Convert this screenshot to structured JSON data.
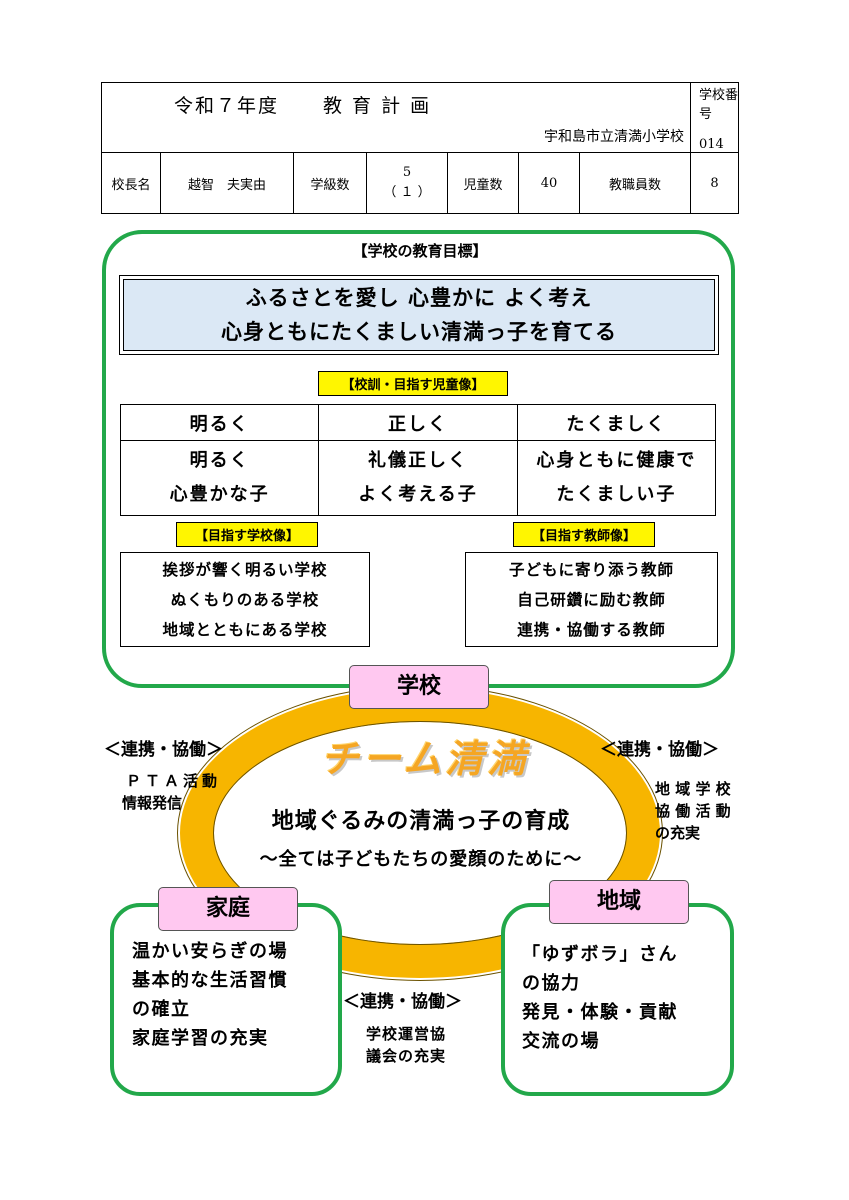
{
  "header": {
    "title_year": "令和７年度",
    "title_main": "教 育 計 画",
    "school_name": "宇和島市立清満小学校",
    "school_number_label": "学校番号",
    "school_number": "014",
    "principal_label": "校長名",
    "principal_name": "越智　夫実由",
    "classes_label": "学級数",
    "classes_value": "5",
    "classes_sub": "（ １ ）",
    "students_label": "児童数",
    "students_value": "40",
    "staff_label": "教職員数",
    "staff_value": "8"
  },
  "goals": {
    "heading": "【学校の教育目標】",
    "line1": "ふるさとを愛し 心豊かに よく考え",
    "line2": "心身ともにたくましい清満っ子を育てる"
  },
  "motto": {
    "tag": "【校訓・目指す児童像】",
    "columns": [
      {
        "title": "明るく",
        "line1": "明るく",
        "line2": "心豊かな子"
      },
      {
        "title": "正しく",
        "line1": "礼儀正しく",
        "line2": "よく考える子"
      },
      {
        "title": "たくましく",
        "line1": "心身ともに健康で",
        "line2": "たくましい子"
      }
    ]
  },
  "school_image": {
    "tag": "【目指す学校像】",
    "items": [
      "挨拶が響く明るい学校",
      "ぬくもりのある学校",
      "地域とともにある学校"
    ]
  },
  "teacher_image": {
    "tag": "【目指す教師像】",
    "items": [
      "子どもに寄り添う教師",
      "自己研鑽に励む教師",
      "連携・協働する教師"
    ]
  },
  "diagram": {
    "school_label": "学校",
    "team_label": "チーム清満",
    "center_line1": "地域ぐるみの清満っ子の育成",
    "center_line2": "～全ては子どもたちの愛顔のために～",
    "coop_left": "＜連携・協働＞",
    "coop_right": "＜連携・協働＞",
    "coop_bottom": "＜連携・協働＞",
    "left_note_line1": "ＰＴＡ活動",
    "left_note_line2": "情報発信",
    "right_note_line1": "地 域 学 校",
    "right_note_line2": "協 働 活 動",
    "right_note_line3": "の充実",
    "bottom_note_line1": "学校運営協",
    "bottom_note_line2": "議会の充実"
  },
  "home": {
    "label": "家庭",
    "items": [
      "温かい安らぎの場",
      "基本的な生活習慣",
      "の確立",
      "家庭学習の充実"
    ]
  },
  "community": {
    "label": "地域",
    "items": [
      "「ゆずボラ」さん",
      "の協力",
      "発見・体験・貢献",
      "交流の場"
    ]
  },
  "colors": {
    "panel_border": "#22a84a",
    "goal_fill": "#dbe8f5",
    "tag_fill": "#fff600",
    "ring": "#f7b500",
    "label_fill": "#ffc8f0",
    "team_text": "#f5a623"
  }
}
